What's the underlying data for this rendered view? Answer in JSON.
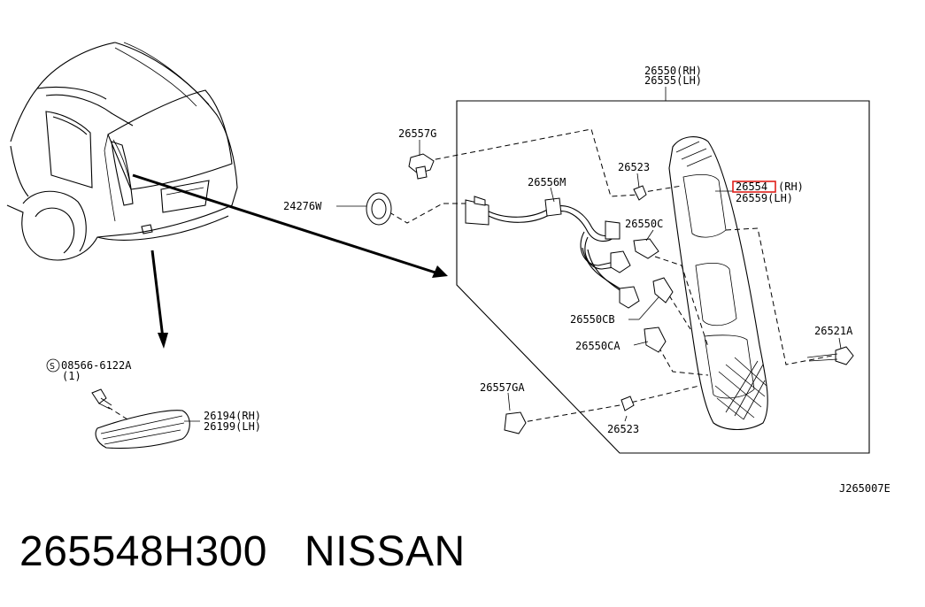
{
  "diagram": {
    "labels": {
      "assy_rh": "26550(RH)",
      "assy_lh": "26555(LH)",
      "p26557g": "26557G",
      "p26523_top": "26523",
      "p26554_code": "26554",
      "p26554_rh": "(RH)",
      "p26559_lh": "26559(LH)",
      "p26556m": "26556M",
      "p24276w": "24276W",
      "p26550c": "26550C",
      "p26550cb": "26550CB",
      "p26550ca": "26550CA",
      "p26521a": "26521A",
      "p26557ga": "26557GA",
      "p26523_bottom": "26523",
      "screw_code": "08566-6122A",
      "screw_qty": "(1)",
      "screw_symbol": "S",
      "lamp_rh": "26194(RH)",
      "lamp_lh": "26199(LH)",
      "drawing_ref": "J265007E"
    },
    "highlight_color": "#e0201b"
  },
  "caption": {
    "part_number": "265548H300",
    "brand": "NISSAN"
  }
}
